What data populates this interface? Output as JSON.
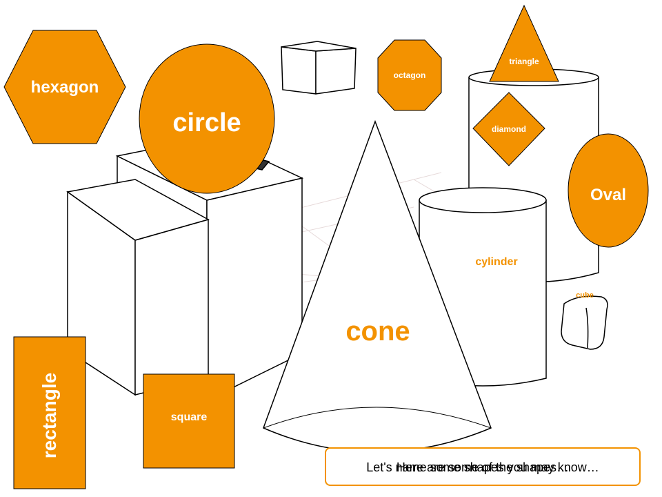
{
  "colors": {
    "accent": "#f39200",
    "outline": "#000000",
    "text_on_accent": "#ffffff"
  },
  "labels": {
    "hexagon": "hexagon",
    "circle": "circle",
    "octagon": "octagon",
    "triangle": "triangle",
    "diamond": "diamond",
    "oval": "Oval",
    "cylinder": "cylinder",
    "cube": "cube",
    "cone": "cone",
    "rectangle": "rectangle",
    "square": "square"
  },
  "caption": {
    "line_a": "Here are some of the shapes…",
    "line_b": "Let's name some shapes you may know…"
  }
}
